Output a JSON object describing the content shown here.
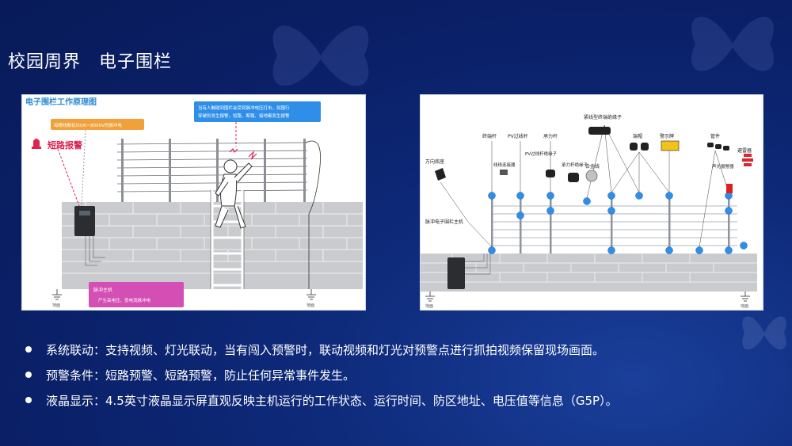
{
  "slide": {
    "title": "校园周界　电子围栏"
  },
  "left_diagram": {
    "title": "电子围栏工作原理图",
    "pulse_note": "每根线都有5000~8000V的脉冲电",
    "alarm_label": "短路报警",
    "callout_line1": "当有人触碰到围栏会受到脉冲电压打击，如围行",
    "callout_line2": "穿破则发生报警，短路、断路、接地都发生报警",
    "host_label": "脉冲主机",
    "host_desc": "产生高电压、低电流脉冲电",
    "ground_left": "地面",
    "ground_right": "地面"
  },
  "right_diagram": {
    "labels": {
      "tension_insulator": "紧线型终端绝缘子",
      "terminal_pole": "终端杆",
      "pv_pole": "PV过线杆",
      "bearing_pole": "承力杆",
      "cap": "端帽",
      "warning_sign": "警示牌",
      "tube": "管件",
      "lightning_arrester": "避雷器",
      "universal_base": "万向底座",
      "wire_connector": "线线连接器",
      "pv_insulator": "PV过线杆绝缘子",
      "bearing_insulator": "承力杆绝缘子",
      "alloy_wire": "合金线",
      "sound_light_alarm": "声光报警器",
      "host": "脉冲电子围栏主机",
      "ground_left": "地面",
      "ground_right": "地面"
    }
  },
  "bullets": [
    "系统联动：支持视频、灯光联动，当有闯入预警时，联动视频和灯光对预警点进行抓拍视频保留现场画面。",
    "预警条件：短路预警、短路预警，防止任何异常事件发生。",
    "液晶显示：4.5英寸液晶显示屏直观反映主机运行的工作状态、运行时间、防区地址、电压值等信息（G5P）。"
  ],
  "colors": {
    "background": "#0c2470",
    "accent_orange": "#f0a13a",
    "callout_blue": "#2f8fe8",
    "host_pink": "#d44fb4",
    "alarm_red": "#e0224e",
    "diagram_title_blue": "#2a8ad6"
  }
}
